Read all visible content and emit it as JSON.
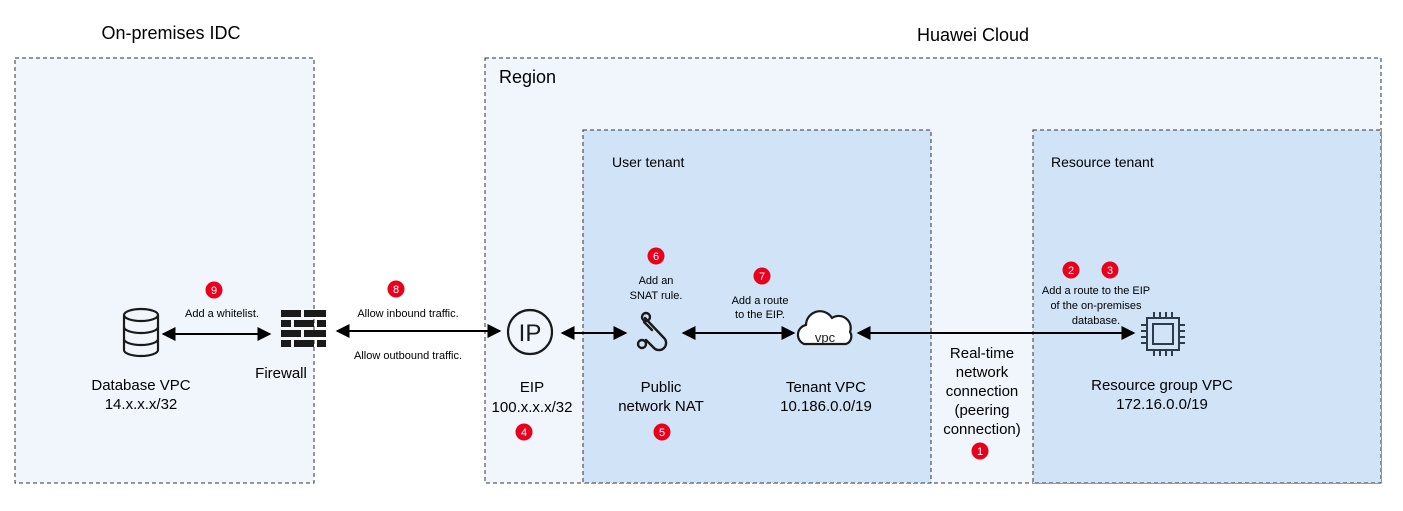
{
  "titles": {
    "on_premises": "On-premises IDC",
    "huawei_cloud": "Huawei Cloud",
    "region": "Region",
    "user_tenant": "User tenant",
    "resource_tenant": "Resource tenant"
  },
  "nodes": {
    "database": {
      "name": "Database VPC",
      "cidr": "14.x.x.x/32",
      "icon": "database-icon"
    },
    "firewall": {
      "name": "Firewall",
      "icon": "firewall-icon"
    },
    "eip": {
      "name": "EIP",
      "cidr": "100.x.x.x/32",
      "icon": "eip-icon",
      "icon_text": "IP"
    },
    "nat": {
      "line1": "Public",
      "line2": "network NAT",
      "icon": "nat-icon"
    },
    "tenant_vpc": {
      "name": "Tenant VPC",
      "cidr": "10.186.0.0/19",
      "icon": "vpc-cloud-icon",
      "icon_text": "vpc"
    },
    "resource_vpc": {
      "name": "Resource group VPC",
      "cidr": "172.16.0.0/19",
      "icon": "chip-icon"
    }
  },
  "edge_labels": {
    "whitelist": "Add a whitelist.",
    "inbound": "Allow inbound traffic.",
    "outbound": "Allow outbound traffic.",
    "snat_line1": "Add an",
    "snat_line2": "SNAT rule.",
    "route_eip_line1": "Add a route",
    "route_eip_line2": "to the EIP.",
    "route_db_line1": "Add a route to the EIP",
    "route_db_line2": "of the on-premises",
    "route_db_line3": "database.",
    "peering_line1": "Real-time",
    "peering_line2": "network",
    "peering_line3": "connection",
    "peering_line4": "(peering",
    "peering_line5": "connection)"
  },
  "steps": {
    "s1": "1",
    "s2": "2",
    "s3": "3",
    "s4": "4",
    "s5": "5",
    "s6": "6",
    "s7": "7",
    "s8": "8",
    "s9": "9"
  },
  "colors": {
    "step_badge": "#e8001c",
    "zone_fill_light": "#f0f6fc",
    "zone_fill_tenant": "#d0e3f7",
    "icon_stroke": "#1a1a1a",
    "chip_stroke": "#2f3b4a"
  }
}
